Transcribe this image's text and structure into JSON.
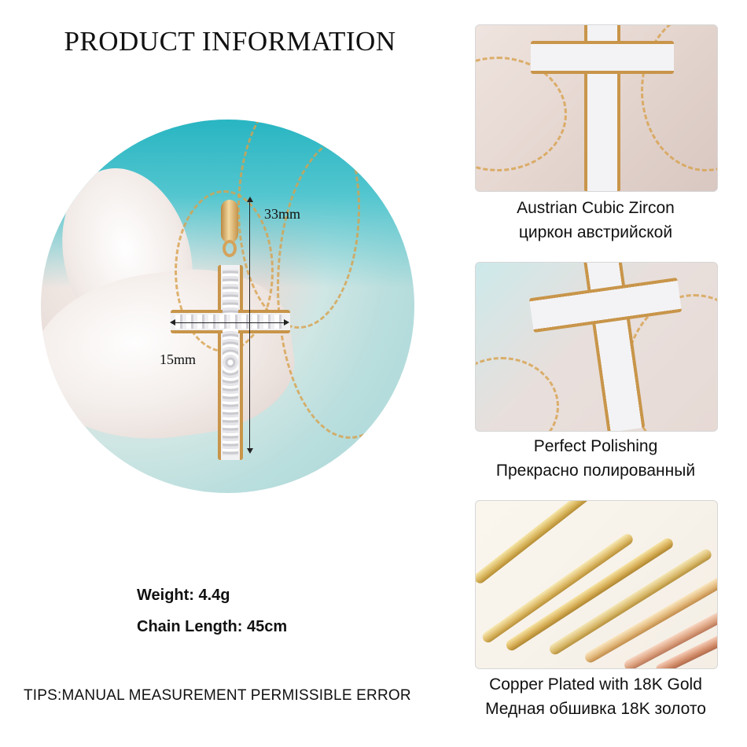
{
  "header": {
    "title": "PRODUCT INFORMATION"
  },
  "main_image": {
    "height_label": "33mm",
    "width_label": "15mm"
  },
  "specs": {
    "weight": "Weight: 4.4g",
    "chain_length": "Chain Length: 45cm"
  },
  "tips": "TIPS:MANUAL MEASUREMENT PERMISSIBLE ERROR",
  "features": [
    {
      "line1": "Austrian Cubic Zircon",
      "line2": "циркон австрийской"
    },
    {
      "line1": "Perfect Polishing",
      "line2": "Прекрасно полированный"
    },
    {
      "line1": "Copper Plated with 18K Gold",
      "line2": "Медная обшивка 18K золото"
    }
  ]
}
